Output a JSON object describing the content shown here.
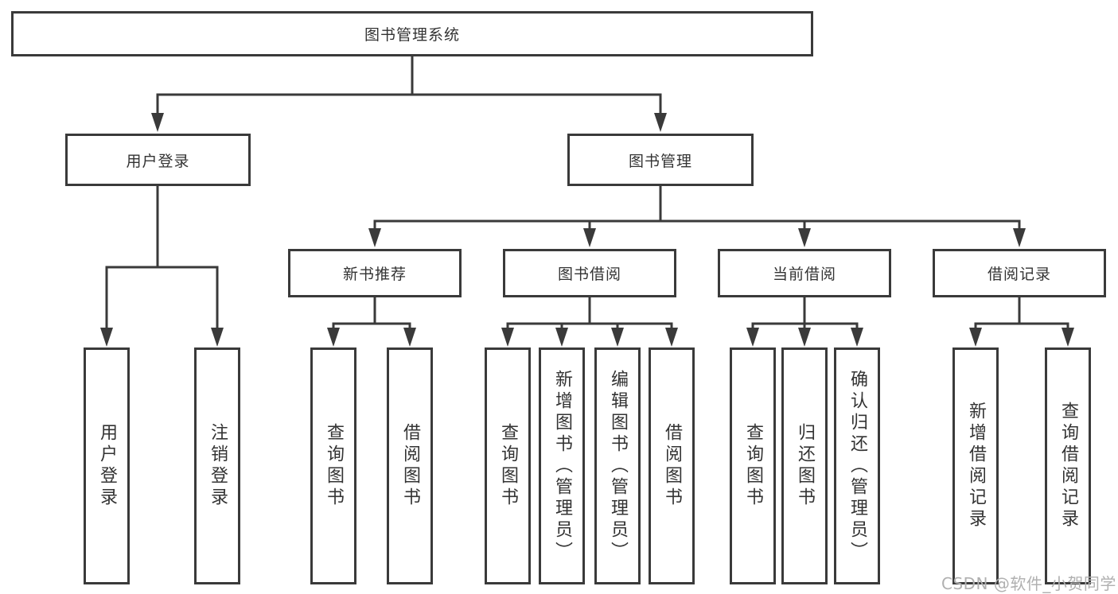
{
  "colors": {
    "line": "#3a3a3a",
    "text": "#333333",
    "background": "#ffffff",
    "watermark": "#b0b0b0"
  },
  "tree": {
    "label": "图书管理系统",
    "children": [
      {
        "label": "用户登录",
        "children": [
          {
            "label": "用户登录"
          },
          {
            "label": "注销登录"
          }
        ]
      },
      {
        "label": "图书管理",
        "children": [
          {
            "label": "新书推荐",
            "children": [
              {
                "label": "查询图书"
              },
              {
                "label": "借阅图书"
              }
            ]
          },
          {
            "label": "图书借阅",
            "children": [
              {
                "label": "查询图书"
              },
              {
                "label": "新增图书（管理员）"
              },
              {
                "label": "编辑图书（管理员）"
              },
              {
                "label": "借阅图书"
              }
            ]
          },
          {
            "label": "当前借阅",
            "children": [
              {
                "label": "查询图书"
              },
              {
                "label": "归还图书"
              },
              {
                "label": "确认归还（管理员）"
              }
            ]
          },
          {
            "label": "借阅记录",
            "children": [
              {
                "label": "新增借阅记录"
              },
              {
                "label": "查询借阅记录"
              }
            ]
          }
        ]
      }
    ]
  },
  "watermark": "CSDN @软件_小贺同学"
}
